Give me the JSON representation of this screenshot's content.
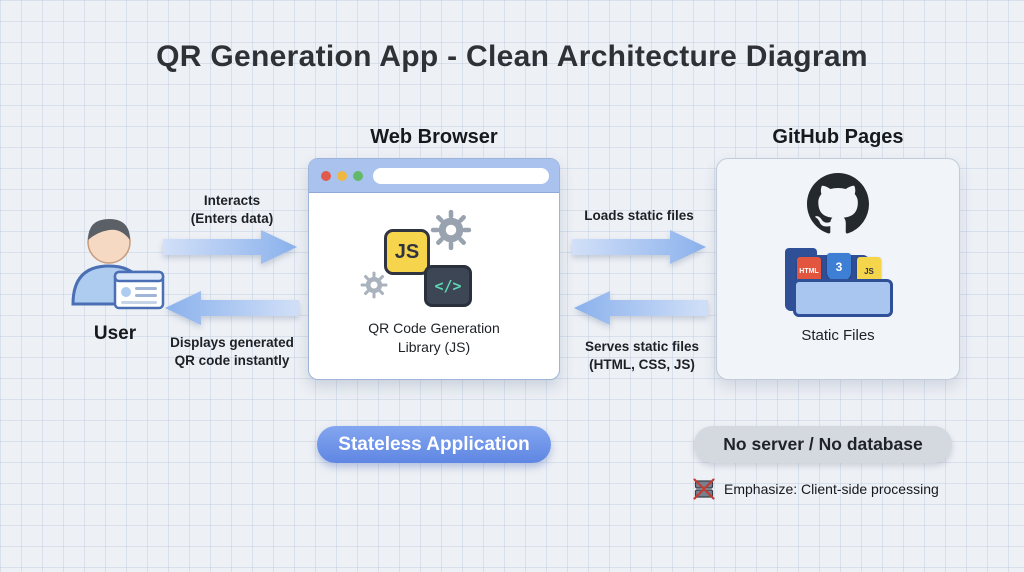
{
  "title": "QR Generation App - Clean Architecture Diagram",
  "user": {
    "label": "User"
  },
  "browser": {
    "heading": "Web Browser",
    "js_badge": "JS",
    "code_glyph": "</>",
    "caption_line1": "QR Code Generation",
    "caption_line2": "Library (JS)"
  },
  "github": {
    "heading": "GitHub Pages",
    "caption": "Static Files",
    "file_html": "HTML",
    "file_css": "3",
    "file_js": "JS"
  },
  "arrows": {
    "interacts_line1": "Interacts",
    "interacts_line2": "(Enters data)",
    "displays_line1": "Displays generated",
    "displays_line2": "QR code instantly",
    "loads": "Loads static files",
    "serves_line1": "Serves static files",
    "serves_line2": "(HTML, CSS, JS)"
  },
  "badges": {
    "stateless": "Stateless Application",
    "no_server": "No server / No database",
    "emphasize": "Emphasize: Client-side processing"
  },
  "colors": {
    "accent-blue": "#5f86e2",
    "arrow-blue": "#9dbdf0",
    "grid-bg": "#edf0f5",
    "github-dark": "#24292e",
    "js-yellow": "#f6d44c"
  }
}
